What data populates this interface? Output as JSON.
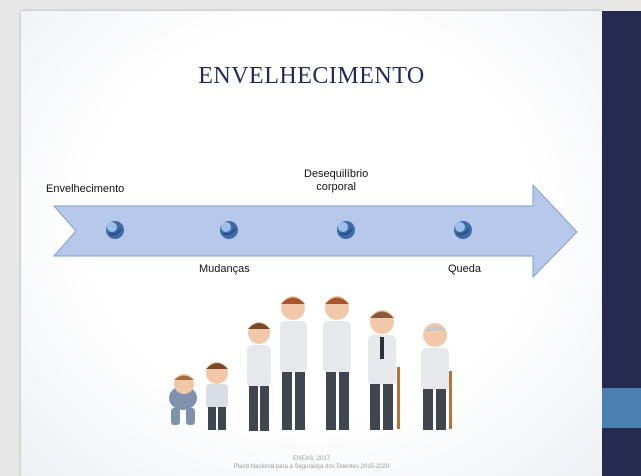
{
  "slide": {
    "title": "ENVELHECIMENTO",
    "timeline": {
      "labels_above": [
        "Envelhecimento",
        "Desequilíbrio\ncorporal"
      ],
      "labels_below": [
        "Mudanças",
        "Queda"
      ]
    },
    "footer": {
      "line1": "ENEAS, 2017",
      "line2": "Plano Nacional para a Segurança dos Doentes 2015-2020"
    }
  },
  "colors": {
    "title": "#1f2a5e",
    "arrow_fill": "#b7c9ea",
    "arrow_stroke": "#7f9fd3",
    "side_panel": "#262a4f",
    "side_band": "#4a7fb0"
  },
  "icons": [
    "globe-icon",
    "globe-icon",
    "globe-icon",
    "globe-icon",
    "aging-figures-illustration"
  ]
}
